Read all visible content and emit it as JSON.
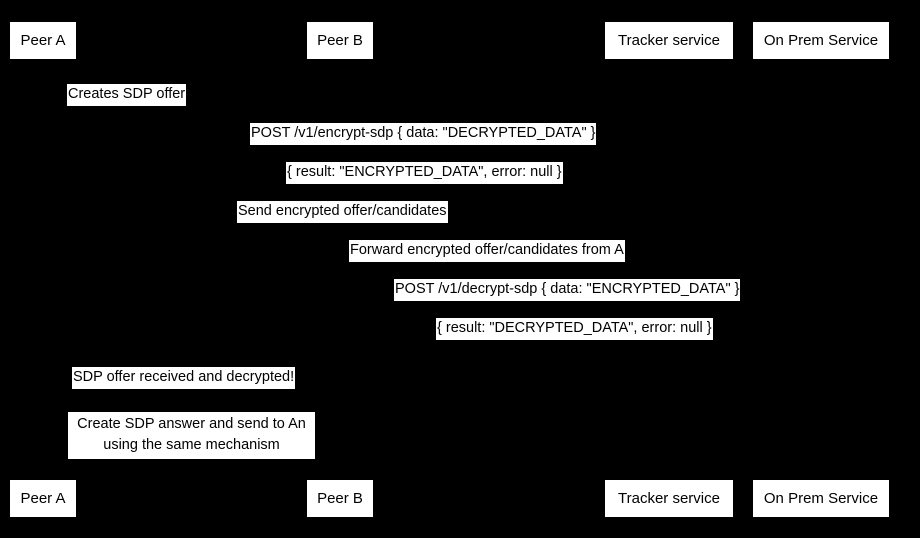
{
  "diagram": {
    "type": "uml-sequence-diagram",
    "background_color": "#000000",
    "label_background_color": "#ffffff",
    "label_text_color": "#000000",
    "participants": [
      {
        "id": "peer-a",
        "label": "Peer A"
      },
      {
        "id": "peer-b",
        "label": "Peer B"
      },
      {
        "id": "tracker",
        "label": "Tracker service"
      },
      {
        "id": "on-prem",
        "label": "On Prem Service"
      }
    ],
    "messages": [
      {
        "id": "m1",
        "label": "Creates SDP offer",
        "from": "peer-a",
        "to": "peer-a",
        "kind": "self"
      },
      {
        "id": "m2",
        "label": "POST /v1/encrypt-sdp { data: \"DECRYPTED_DATA\" }",
        "from": "peer-a",
        "to": "on-prem",
        "kind": "call"
      },
      {
        "id": "m3",
        "label": "{ result: \"ENCRYPTED_DATA\", error: null }",
        "from": "on-prem",
        "to": "peer-a",
        "kind": "return"
      },
      {
        "id": "m4",
        "label": "Send encrypted offer/candidates",
        "from": "peer-a",
        "to": "tracker",
        "kind": "call"
      },
      {
        "id": "m5",
        "label": "Forward encrypted offer/candidates from A",
        "from": "tracker",
        "to": "peer-b",
        "kind": "call"
      },
      {
        "id": "m6",
        "label": "POST /v1/decrypt-sdp { data: \"ENCRYPTED_DATA\" }",
        "from": "peer-b",
        "to": "on-prem",
        "kind": "call"
      },
      {
        "id": "m7",
        "label": "{ result: \"DECRYPTED_DATA\", error: null }",
        "from": "on-prem",
        "to": "peer-b",
        "kind": "return"
      },
      {
        "id": "m8",
        "label": "SDP offer received and decrypted!",
        "from": "peer-b",
        "to": "peer-b",
        "kind": "self"
      },
      {
        "id": "m9",
        "label_line1": "Create SDP answer and send to An",
        "label_line2": "using the same mechanism",
        "from": "peer-b",
        "to": "peer-b",
        "kind": "self"
      }
    ]
  }
}
